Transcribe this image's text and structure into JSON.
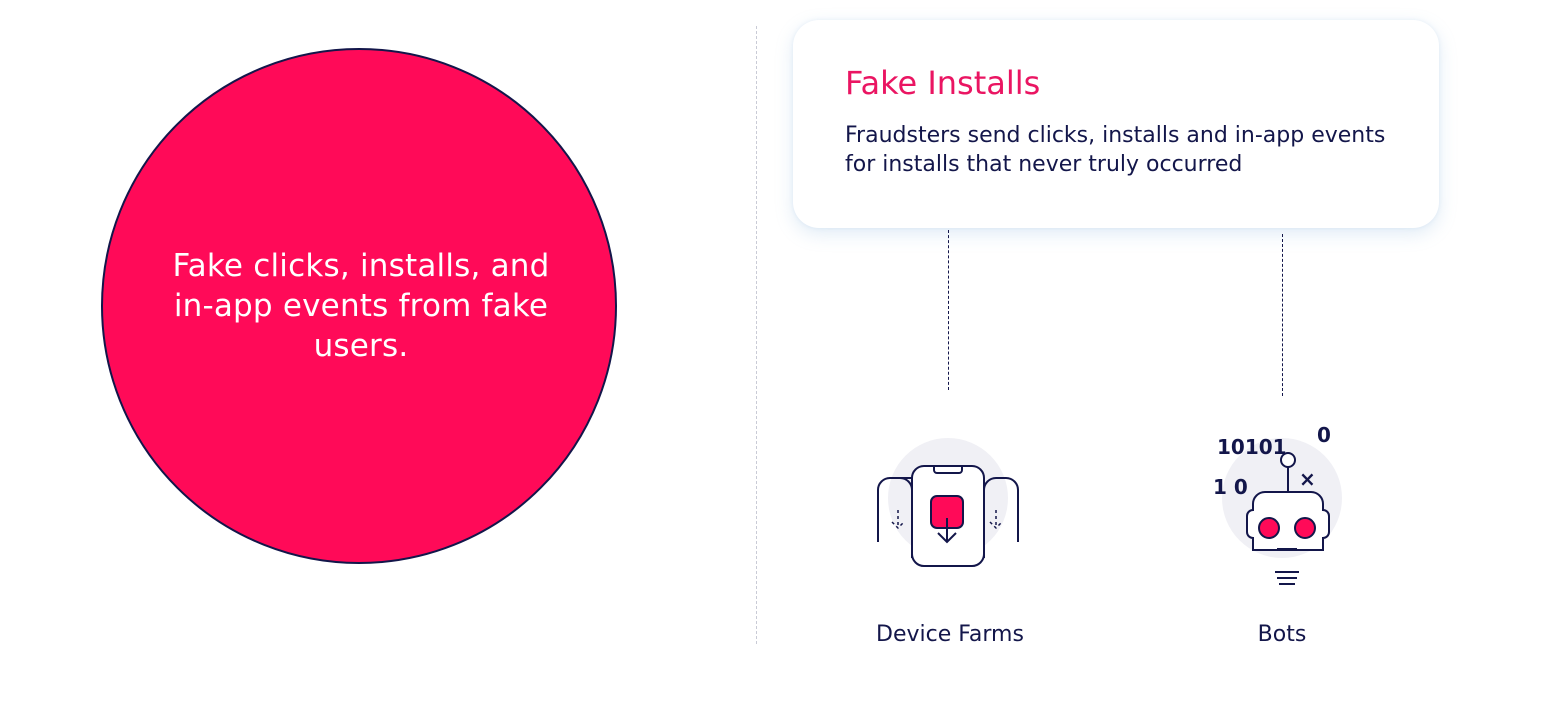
{
  "circle": {
    "text": "Fake clicks, installs, and in-app events from fake users."
  },
  "card": {
    "title": "Fake Installs",
    "description": "Fraudsters send clicks, installs and in-app events for installs that never truly occurred"
  },
  "items": [
    {
      "label": "Device Farms",
      "icon": "device-farm-icon"
    },
    {
      "label": "Bots",
      "icon": "robot-icon"
    }
  ],
  "bot_binary": {
    "line1": "10101",
    "line2": "1 0",
    "digit": "0",
    "mark": "×"
  },
  "colors": {
    "accent": "#ff0a58",
    "title": "#ea1562",
    "navy": "#13164a",
    "icon_bg": "#f0f0f5"
  }
}
